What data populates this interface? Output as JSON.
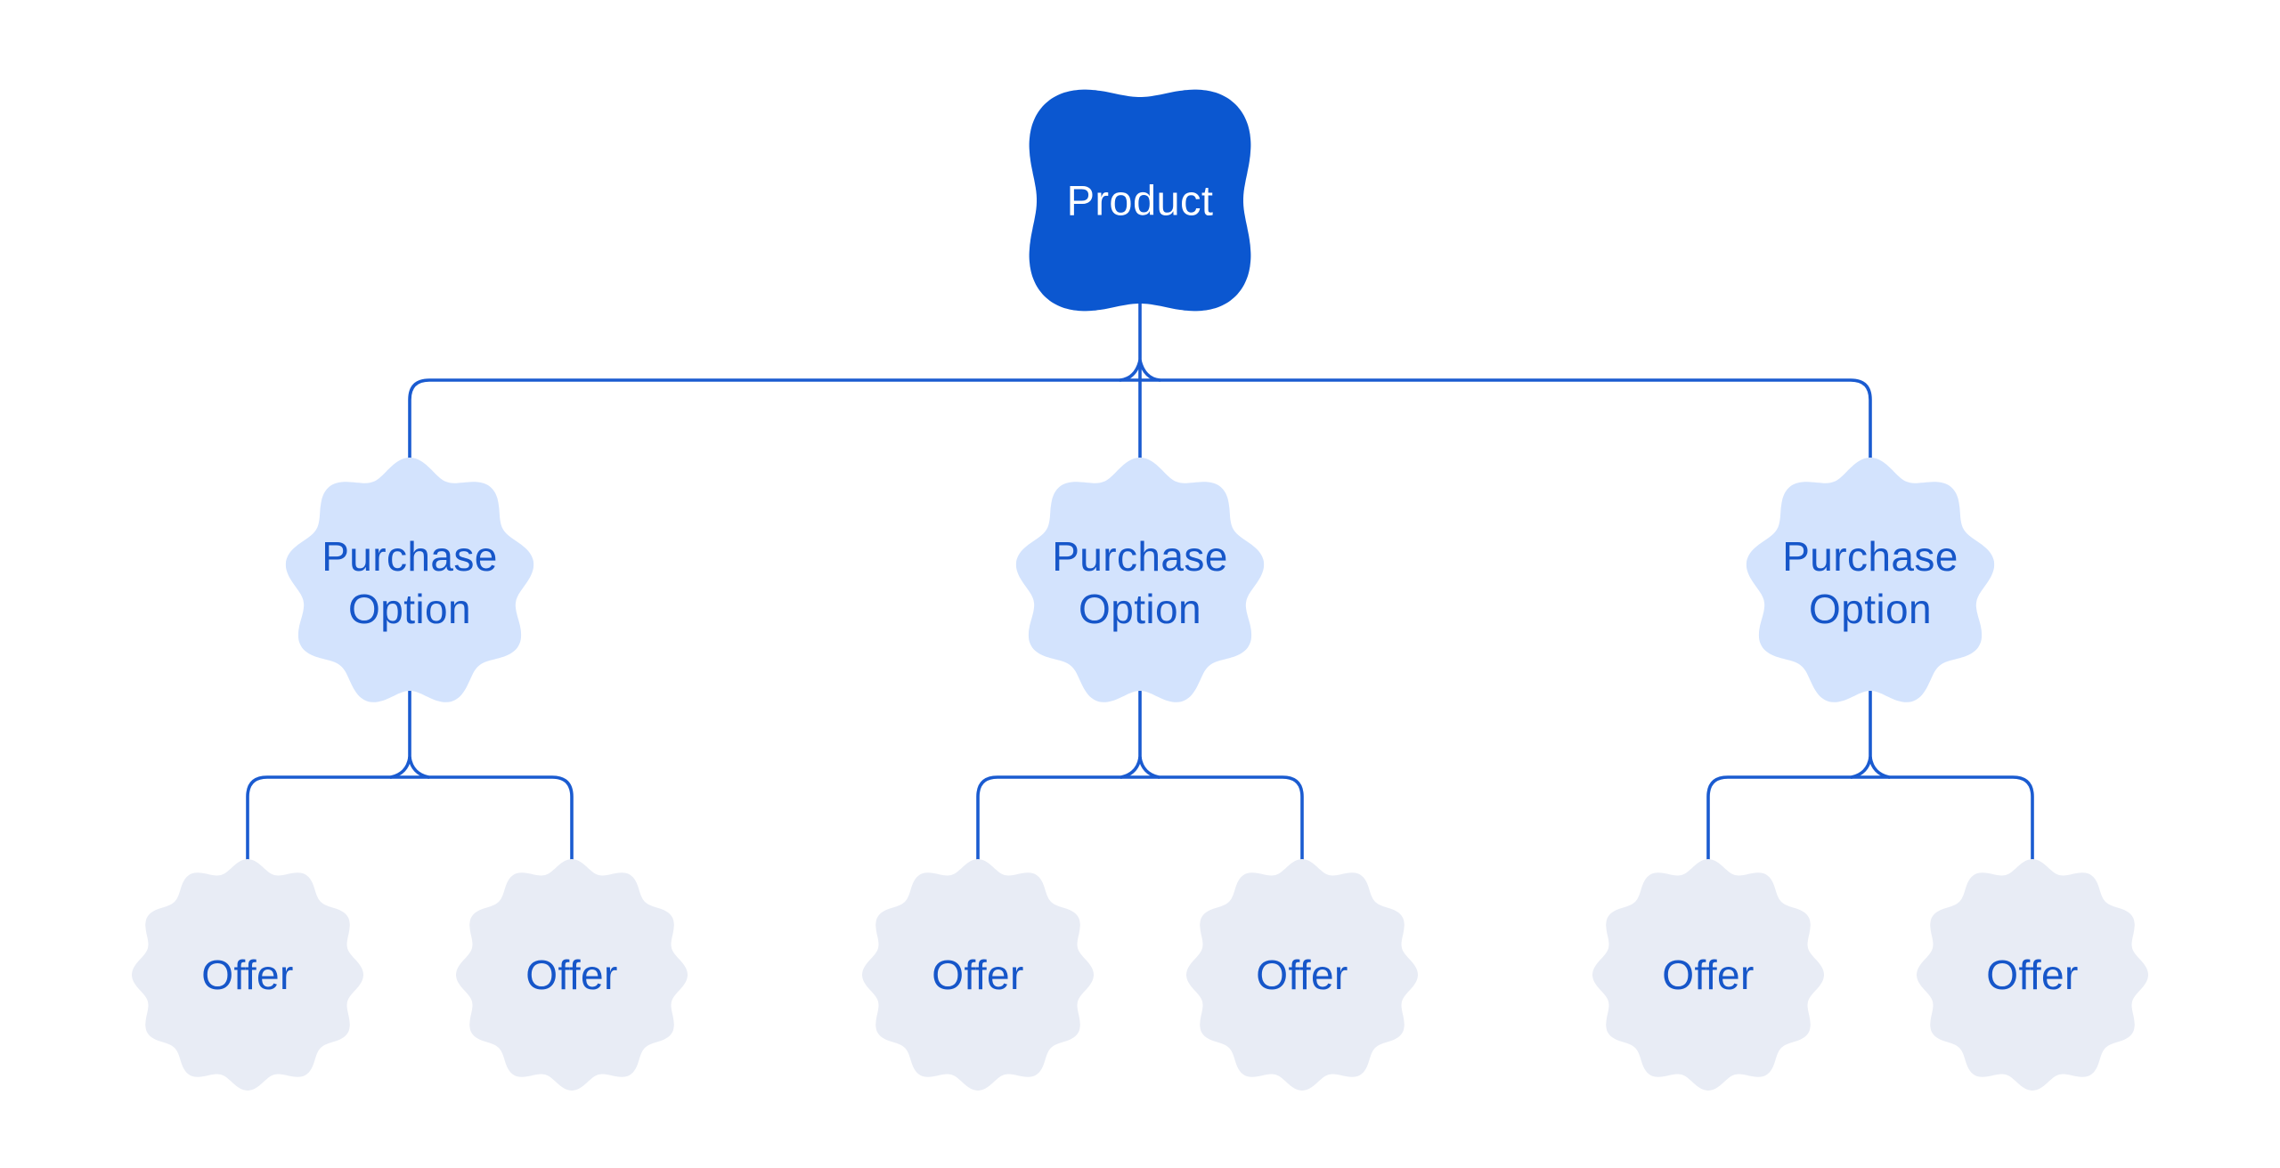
{
  "diagram": {
    "background": "#ffffff",
    "colors": {
      "product_fill": "#0b57d0",
      "product_text": "#ffffff",
      "purchase_option_fill": "#d3e3fd",
      "offer_fill": "#e8ecf5",
      "label_text": "#1656c9",
      "connector_line": "#1a5bd0"
    },
    "nodes": {
      "product": {
        "label": "Product"
      },
      "purchase_options": [
        {
          "label": "Purchase Option"
        },
        {
          "label": "Purchase Option"
        },
        {
          "label": "Purchase Option"
        }
      ],
      "offers": [
        {
          "label": "Offer"
        },
        {
          "label": "Offer"
        },
        {
          "label": "Offer"
        },
        {
          "label": "Offer"
        },
        {
          "label": "Offer"
        },
        {
          "label": "Offer"
        }
      ]
    }
  }
}
